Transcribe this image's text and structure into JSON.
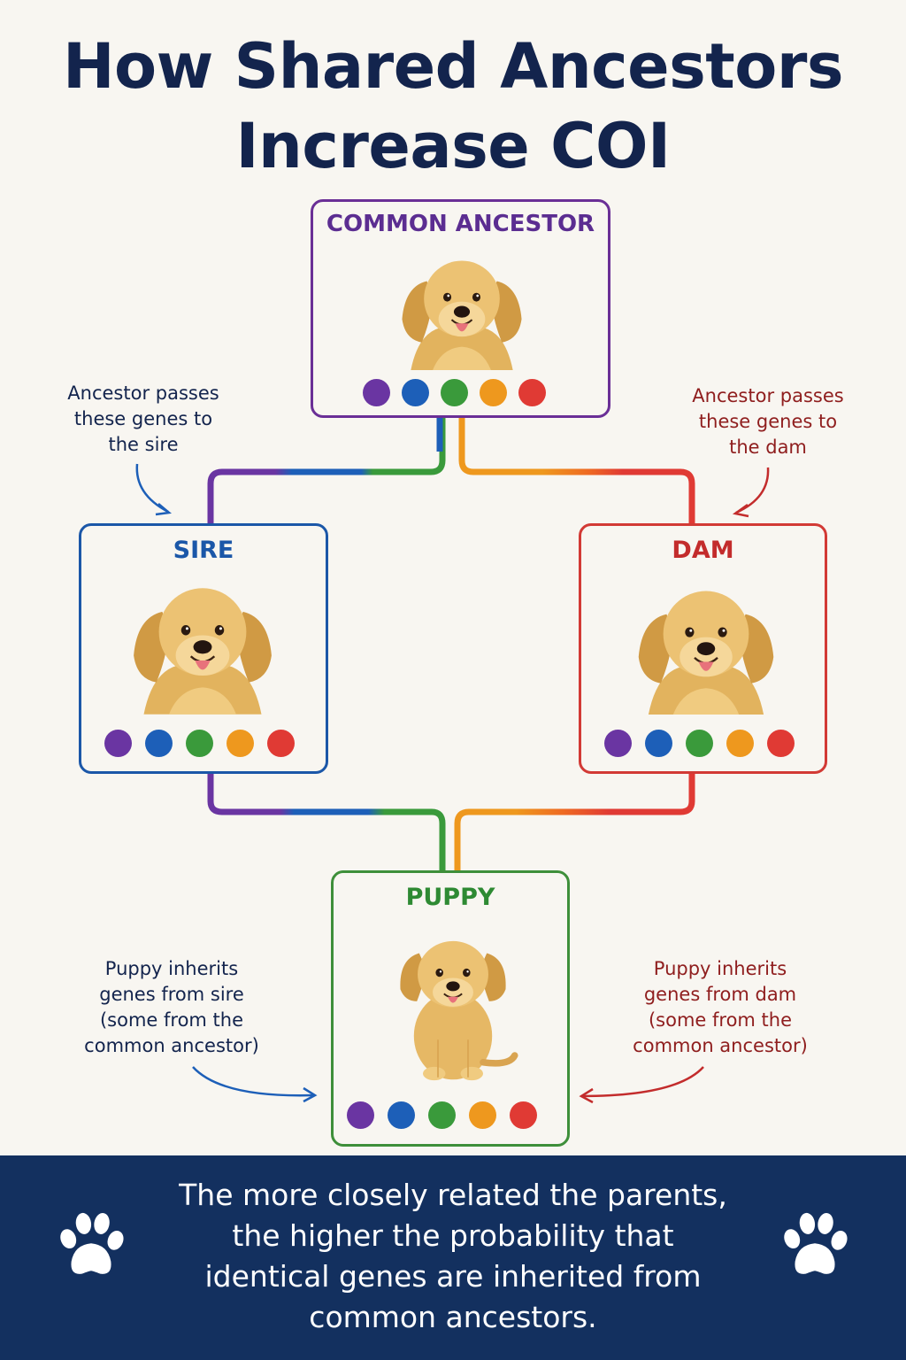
{
  "title": {
    "line1": "How Shared Ancestors",
    "line2": "Increase COI"
  },
  "nodes": {
    "ancestor": {
      "label": "COMMON ANCESTOR"
    },
    "sire": {
      "label": "SIRE"
    },
    "dam": {
      "label": "DAM"
    },
    "puppy": {
      "label": "PUPPY"
    }
  },
  "gene_colors": [
    "#6a35a2",
    "#1d5fb8",
    "#3a9a3b",
    "#ee981e",
    "#e03a34"
  ],
  "notes": {
    "ancestor_to_sire": [
      "Ancestor passes",
      "these genes to",
      "the sire"
    ],
    "ancestor_to_dam": [
      "Ancestor passes",
      "these genes to",
      "the dam"
    ],
    "puppy_from_sire": [
      "Puppy inherits",
      "genes from sire",
      "(some from the",
      "common ancestor)"
    ],
    "puppy_from_dam": [
      "Puppy inherits",
      "genes from dam",
      "(some from the",
      "common ancestor)"
    ]
  },
  "banner": {
    "line1": "The more closely related the parents,",
    "line2": "the higher the probability that",
    "line3": "identical genes are inherited from",
    "line4": "common ancestors."
  },
  "colors": {
    "title": "#13244d",
    "banner_bg": "#13305f",
    "ancestor": "#6a2f96",
    "sire": "#1b57a8",
    "dam": "#d23a35",
    "puppy": "#3e8f3a"
  }
}
